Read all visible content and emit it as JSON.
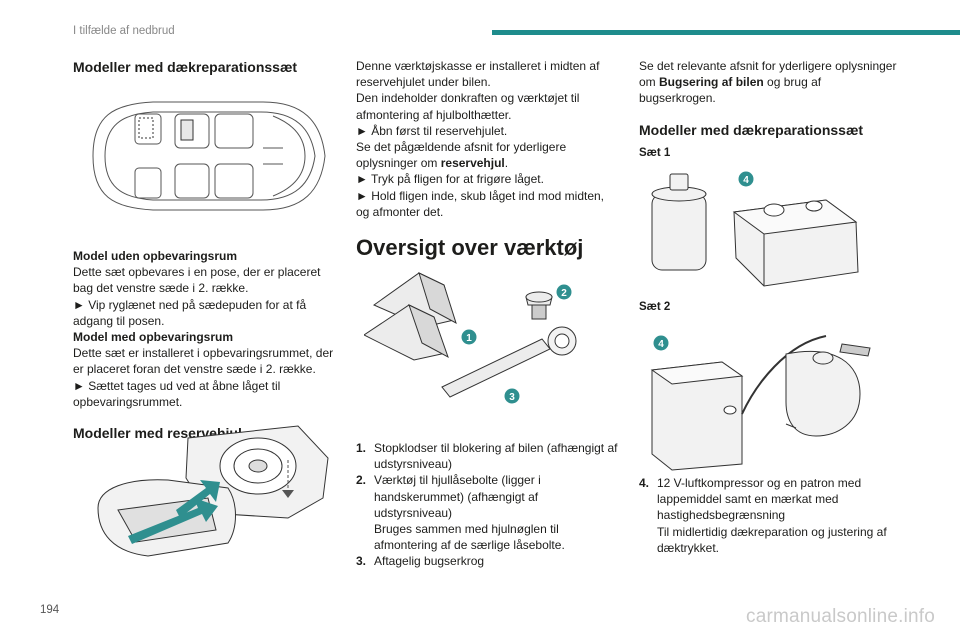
{
  "header": {
    "chapter": "I tilfælde af nedbrud"
  },
  "page_number": "194",
  "watermark": "carmanualsonline.info",
  "col1": {
    "heading1": "Modeller med dækreparationssæt",
    "sub1": "Model uden opbevaringsrum",
    "text1": "Dette sæt opbevares i en pose, der er placeret bag det venstre sæde i 2. række.",
    "step1": "► Vip ryglænet ned på sædepuden for at få adgang til posen.",
    "sub2": "Model med opbevaringsrum",
    "text2": "Dette sæt er installeret i opbevaringsrummet, der er placeret foran det venstre sæde i 2. række.",
    "step2": "► Sættet tages ud ved at åbne låget til opbevaringsrummet.",
    "heading2": "Modeller med reservehjul"
  },
  "col2": {
    "intro1": "Denne værktøjskasse er installeret i midten af reservehjulet under bilen.",
    "intro2": "Den indeholder donkraften og værktøjet til afmontering af hjulbolthætter.",
    "step1": "► Åbn først til reservehjulet.",
    "see_prefix": "Se det pågældende afsnit for yderligere oplysninger om ",
    "see_bold": "reservehjul",
    "see_suffix": ".",
    "step2": "► Tryk på fligen for at frigøre låget.",
    "step3": "► Hold fligen inde, skub låget ind mod midten, og afmonter det.",
    "heading": "Oversigt over værktøj",
    "items": [
      {
        "num": "1.",
        "text": "Stopklodser til blokering af bilen (afhængigt af udstyrsniveau)"
      },
      {
        "num": "2.",
        "text": "Værktøj til hjullåsebolte (ligger i handskerummet) (afhængigt af udstyrsniveau)",
        "extra": "Bruges sammen med hjulnøglen til afmontering af de særlige låsebolte."
      },
      {
        "num": "3.",
        "text": "Aftagelig bugserkrog"
      }
    ]
  },
  "col3": {
    "see_prefix": "Se det relevante afsnit for yderligere oplysninger om ",
    "see_bold": "Bugsering af bilen",
    "see_suffix": " og brug af bugserkrogen.",
    "heading": "Modeller med dækreparationssæt",
    "set1": "Sæt 1",
    "set2": "Sæt 2",
    "item_num": "4.",
    "item_text": "12 V-luftkompressor og en patron med lappemiddel samt en mærkat med hastighedsbegrænsning",
    "item_extra": "Til midlertidig dækreparation og justering af dæktrykket."
  },
  "badges": {
    "b1": "1",
    "b2": "2",
    "b3": "3",
    "b4": "4"
  },
  "colors": {
    "accent": "#1e8c8c",
    "text": "#1d1d1b"
  }
}
